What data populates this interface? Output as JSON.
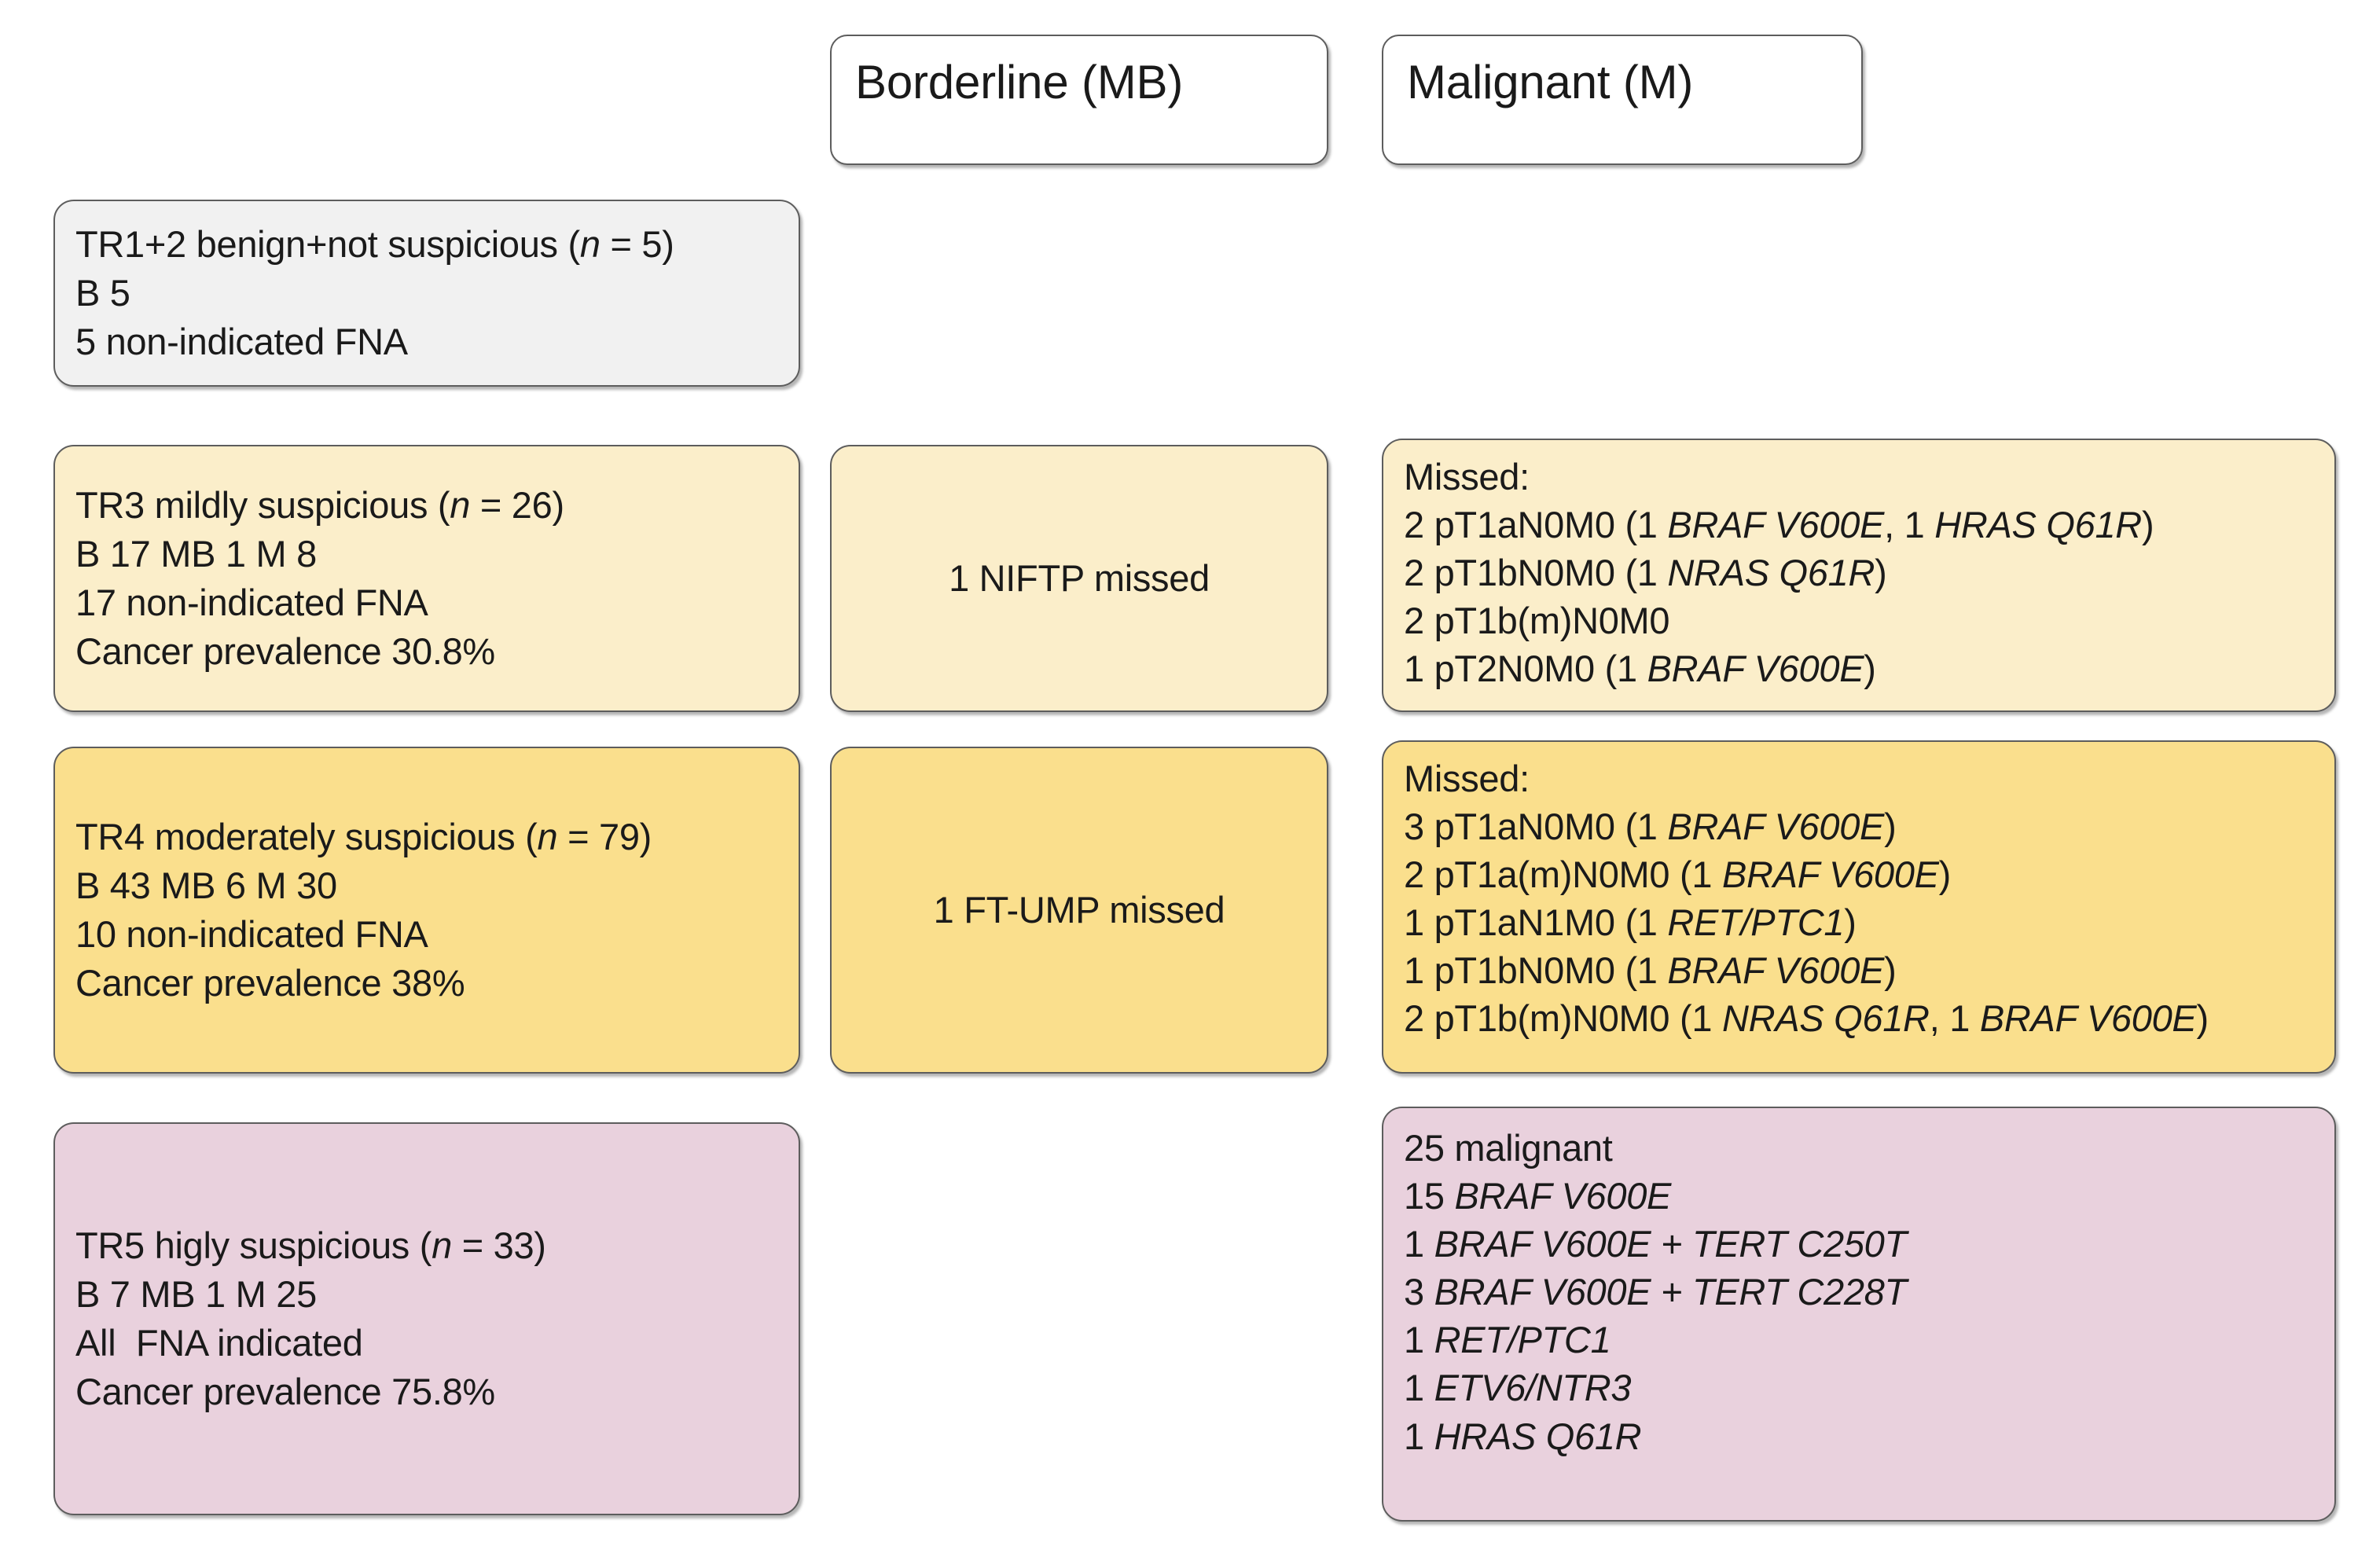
{
  "figure": {
    "type": "flow-table",
    "description": "EU-TIRADS category outcome table with cytology results and molecular findings"
  },
  "headers": {
    "borderline": "Borderline (MB)",
    "malignant": "Malignant (M)"
  },
  "rows": [
    {
      "id": "tr1-2",
      "color": "#f1f1f1",
      "category": {
        "lines": [
          "TR1+2 benign+not suspicious (n = 5)",
          "B 5",
          "5 non-indicated FNA"
        ]
      },
      "borderline": null,
      "malignant": null
    },
    {
      "id": "tr3",
      "color": "#fbeeca",
      "category": {
        "lines": [
          "TR3 mildly suspicious (n = 26)",
          "B 17 MB 1 M 8",
          "17 non-indicated FNA",
          "Cancer prevalence 30.8%"
        ]
      },
      "borderline": {
        "text": "1 NIFTP missed"
      },
      "malignant": {
        "lines": [
          "Missed:",
          "2 pT1aN0M0 (1 BRAF V600E, 1 HRAS Q61R)",
          "2 pT1bN0M0 (1 NRAS Q61R)",
          "2 pT1b(m)N0M0",
          "1 pT2N0M0 (1 BRAF V600E)"
        ]
      }
    },
    {
      "id": "tr4",
      "color": "#fadf8d",
      "category": {
        "lines": [
          "TR4 moderately suspicious (n = 79)",
          "B 43 MB 6 M 30",
          "10 non-indicated FNA",
          "Cancer prevalence 38%"
        ]
      },
      "borderline": {
        "text": "1 FT-UMP missed"
      },
      "malignant": {
        "lines": [
          "Missed:",
          "3 pT1aN0M0 (1 BRAF V600E)",
          "2 pT1a(m)N0M0 (1 BRAF V600E)",
          "1 pT1aN1M0 (1 RET/PTC1)",
          "1 pT1bN0M0 (1 BRAF V600E)",
          "2 pT1b(m)N0M0 (1 NRAS Q61R, 1 BRAF V600E)"
        ]
      }
    },
    {
      "id": "tr5",
      "color": "#e9d1dd",
      "category": {
        "lines": [
          "TR5 higly suspicious (n = 33)",
          "B 7 MB 1 M 25",
          "All  FNA indicated",
          "Cancer prevalence 75.8%"
        ]
      },
      "borderline": null,
      "malignant": {
        "lines": [
          "25 malignant",
          "15 BRAF V600E",
          "1 BRAF V600E + TERT C250T",
          "3 BRAF V600E + TERT C228T",
          "1 RET/PTC1",
          "1 ETV6/NTR3",
          "1 HRAS Q61R"
        ]
      }
    }
  ],
  "text": {
    "tr12_line1_pre": "TR1+2 benign+not suspicious (",
    "tr12_line1_n": "n",
    "tr12_line1_post": " = 5)",
    "tr12_line2": "B 5",
    "tr12_line3": "5 non-indicated FNA",
    "tr3_line1_pre": "TR3 mildly suspicious (",
    "tr3_line1_n": "n",
    "tr3_line1_post": " = 26)",
    "tr3_line2": "B 17 MB 1 M 8",
    "tr3_line3": "17 non-indicated FNA",
    "tr3_line4": "Cancer prevalence 30.8%",
    "tr3_mid": "1 NIFTP missed",
    "tr3_m_l1": "Missed:",
    "tr3_m_l2_a": "2 pT1aN0M0 (1 ",
    "tr3_m_l2_i1": "BRAF V600E",
    "tr3_m_l2_b": ", 1 ",
    "tr3_m_l2_i2": "HRAS Q61R",
    "tr3_m_l2_c": ")",
    "tr3_m_l3_a": "2 pT1bN0M0 (1 ",
    "tr3_m_l3_i": "NRAS Q61R",
    "tr3_m_l3_b": ")",
    "tr3_m_l4": "2 pT1b(m)N0M0",
    "tr3_m_l5_a": "1 pT2N0M0 (1 ",
    "tr3_m_l5_i": "BRAF V600E",
    "tr3_m_l5_b": ")",
    "tr4_line1_pre": "TR4 moderately suspicious (",
    "tr4_line1_n": "n",
    "tr4_line1_post": " = 79)",
    "tr4_line2": "B 43 MB 6 M 30",
    "tr4_line3": "10 non-indicated FNA",
    "tr4_line4": "Cancer prevalence 38%",
    "tr4_mid": "1 FT-UMP missed",
    "tr4_m_l1": "Missed:",
    "tr4_m_l2_a": "3 pT1aN0M0 (1 ",
    "tr4_m_l2_i": "BRAF V600E",
    "tr4_m_l2_b": ")",
    "tr4_m_l3_a": "2 pT1a(m)N0M0 (1 ",
    "tr4_m_l3_i": "BRAF V600E",
    "tr4_m_l3_b": ")",
    "tr4_m_l4_a": "1 pT1aN1M0 (1 ",
    "tr4_m_l4_i": "RET/PTC1",
    "tr4_m_l4_b": ")",
    "tr4_m_l5_a": "1 pT1bN0M0 (1 ",
    "tr4_m_l5_i": "BRAF V600E",
    "tr4_m_l5_b": ")",
    "tr4_m_l6_a": "2 pT1b(m)N0M0 (1 ",
    "tr4_m_l6_i1": "NRAS Q61R",
    "tr4_m_l6_b": ", 1 ",
    "tr4_m_l6_i2": "BRAF V600E",
    "tr4_m_l6_c": ")",
    "tr5_line1_pre": "TR5 higly suspicious (",
    "tr5_line1_n": "n",
    "tr5_line1_post": " = 33)",
    "tr5_line2": "B 7 MB 1 M 25",
    "tr5_line3": "All  FNA indicated",
    "tr5_line4": "Cancer prevalence 75.8%",
    "tr5_m_l1": "25 malignant",
    "tr5_m_l2_a": "15 ",
    "tr5_m_l2_i": "BRAF V600E",
    "tr5_m_l3_a": "1 ",
    "tr5_m_l3_i": "BRAF V600E + TERT C250T",
    "tr5_m_l4_a": "3 ",
    "tr5_m_l4_i": "BRAF V600E + TERT C228T",
    "tr5_m_l5_a": "1 ",
    "tr5_m_l5_i": "RET/PTC1",
    "tr5_m_l6_a": "1 ",
    "tr5_m_l6_i": "ETV6/NTR3",
    "tr5_m_l7_a": "1 ",
    "tr5_m_l7_i": "HRAS Q61R"
  }
}
